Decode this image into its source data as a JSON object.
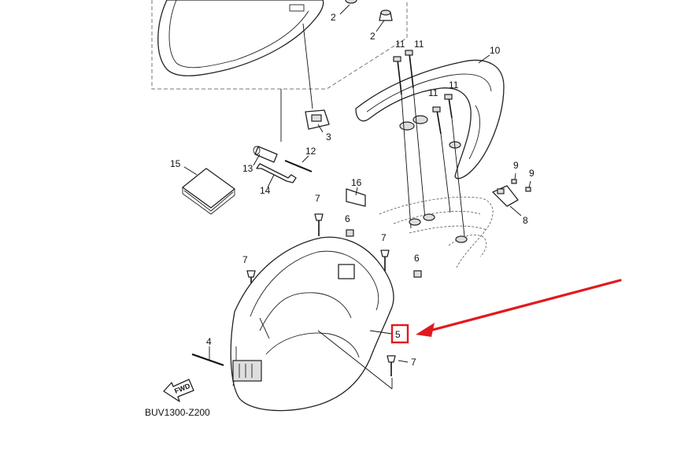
{
  "diagram": {
    "drawing_code": "BUV1300-Z200",
    "fwd_label": "FWD",
    "highlight_color": "#e0191e",
    "callouts": {
      "c1": "2",
      "c2": "2",
      "c3": "3",
      "c4": "4",
      "c5": "5",
      "c6a": "6",
      "c6b": "6",
      "c7a": "7",
      "c7b": "7",
      "c7c": "7",
      "c7d": "7",
      "c8": "8",
      "c9a": "9",
      "c9b": "9",
      "c10": "10",
      "c11a": "11",
      "c11b": "11",
      "c11c": "11",
      "c11d": "11",
      "c12": "12",
      "c13": "13",
      "c14": "14",
      "c15": "15",
      "c16": "16"
    }
  }
}
